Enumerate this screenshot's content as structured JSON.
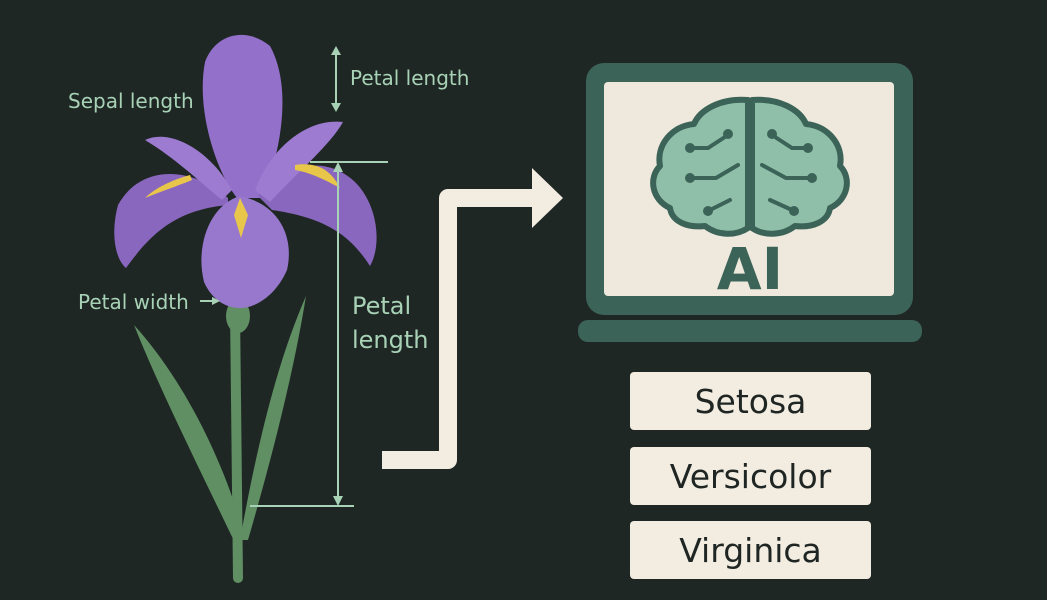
{
  "labels": {
    "sepal_length": "Sepal length",
    "petal_length_top": "Petal length",
    "petal_width": "Petal width",
    "petal_length_side_line1": "Petal",
    "petal_length_side_line2": "length"
  },
  "laptop": {
    "screen_text": "AI",
    "icon": "brain-circuit-icon"
  },
  "classes": [
    "Setosa",
    "Versicolor",
    "Virginica"
  ],
  "colors": {
    "background": "#1f2725",
    "label_green": "#a8d2b6",
    "petal_purple": "#9370c9",
    "stem_green": "#5f8f62",
    "arrow_cream": "#f2ece1",
    "laptop_teal": "#3b6358",
    "brain_fill": "#8fbfa8",
    "ai_text": "#3b6358"
  }
}
